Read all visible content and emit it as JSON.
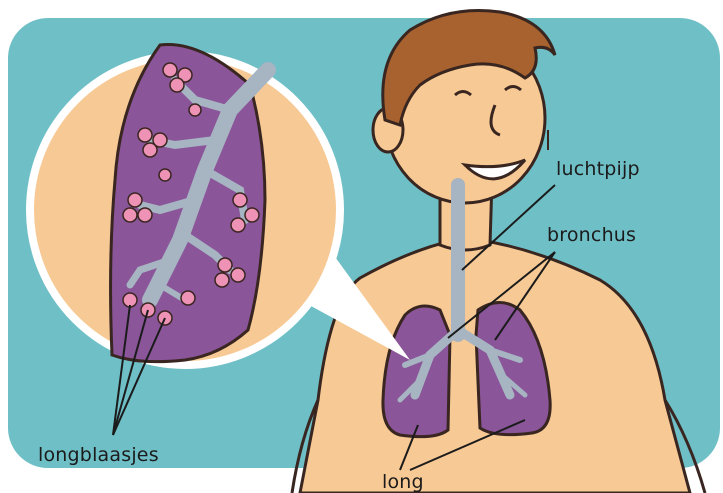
{
  "labels": {
    "luchtpijp": "luchtpijp",
    "bronchus": "bronchus",
    "longblaasjes": "longblaasjes",
    "long": "long"
  },
  "colors": {
    "background_teal": "#6fbfc7",
    "skin": "#f7c994",
    "hair": "#a86230",
    "lung_purple": "#8a5599",
    "airway_grey": "#a7b4c2",
    "alveoli_pink": "#ee93b5",
    "outline": "#3a2620"
  }
}
